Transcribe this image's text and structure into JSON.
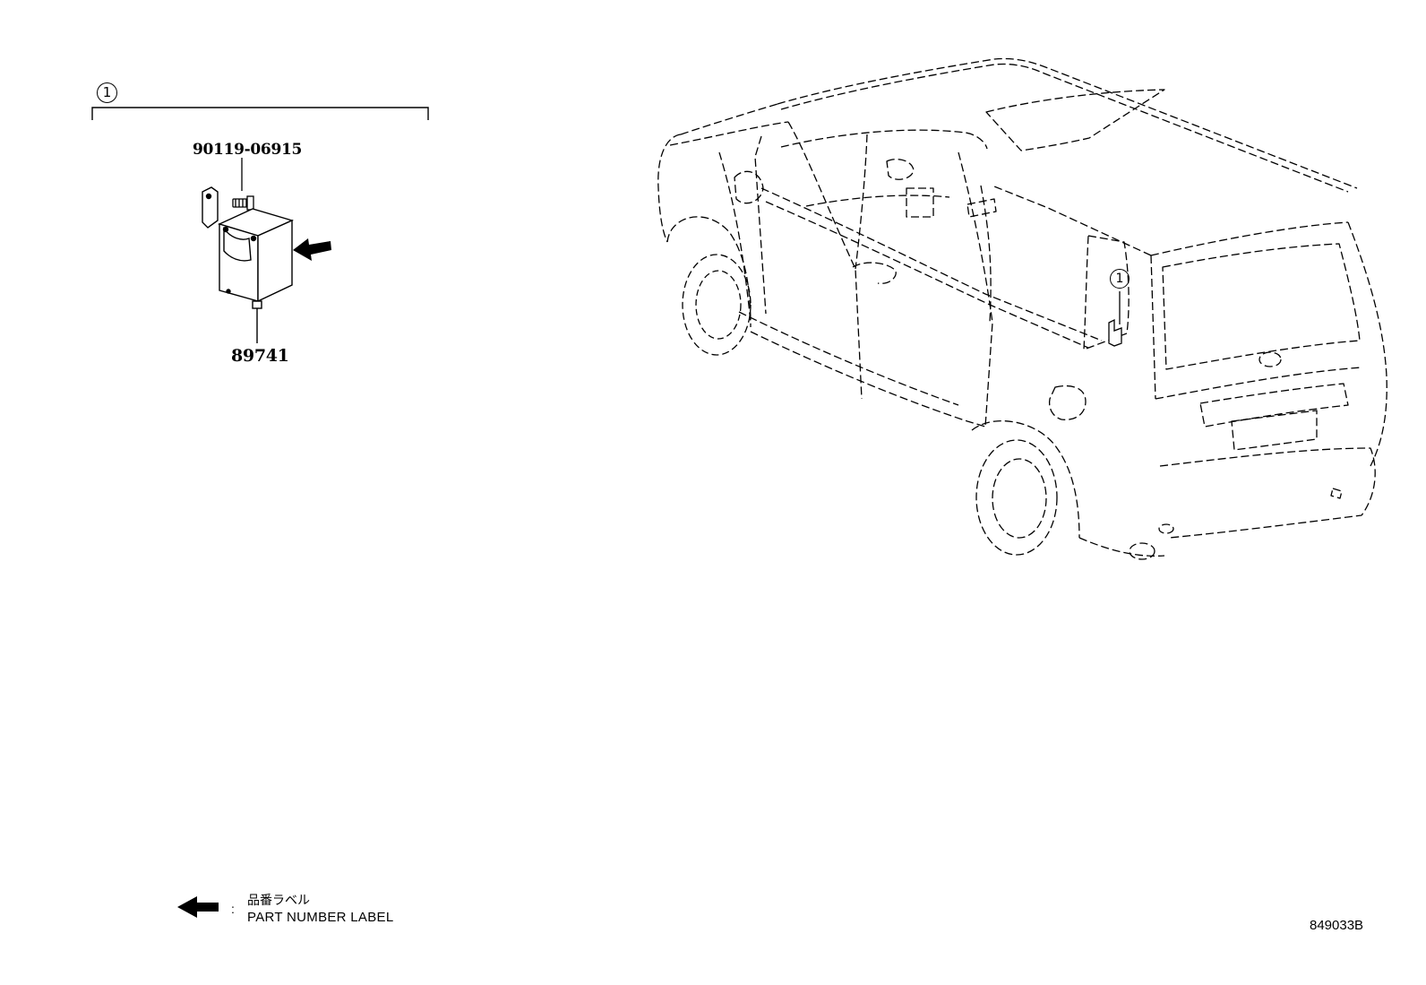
{
  "group": {
    "index": "1"
  },
  "parts": {
    "bolt": {
      "part_number": "90119-06915"
    },
    "module": {
      "part_number": "89741"
    }
  },
  "vehicle": {
    "callout": "1"
  },
  "legend": {
    "label_jp": "品番ラベル",
    "separator": ":",
    "label_en": "PART NUMBER LABEL"
  },
  "figure": {
    "id": "849033B"
  },
  "colors": {
    "ink": "#000000",
    "paper": "#ffffff"
  }
}
